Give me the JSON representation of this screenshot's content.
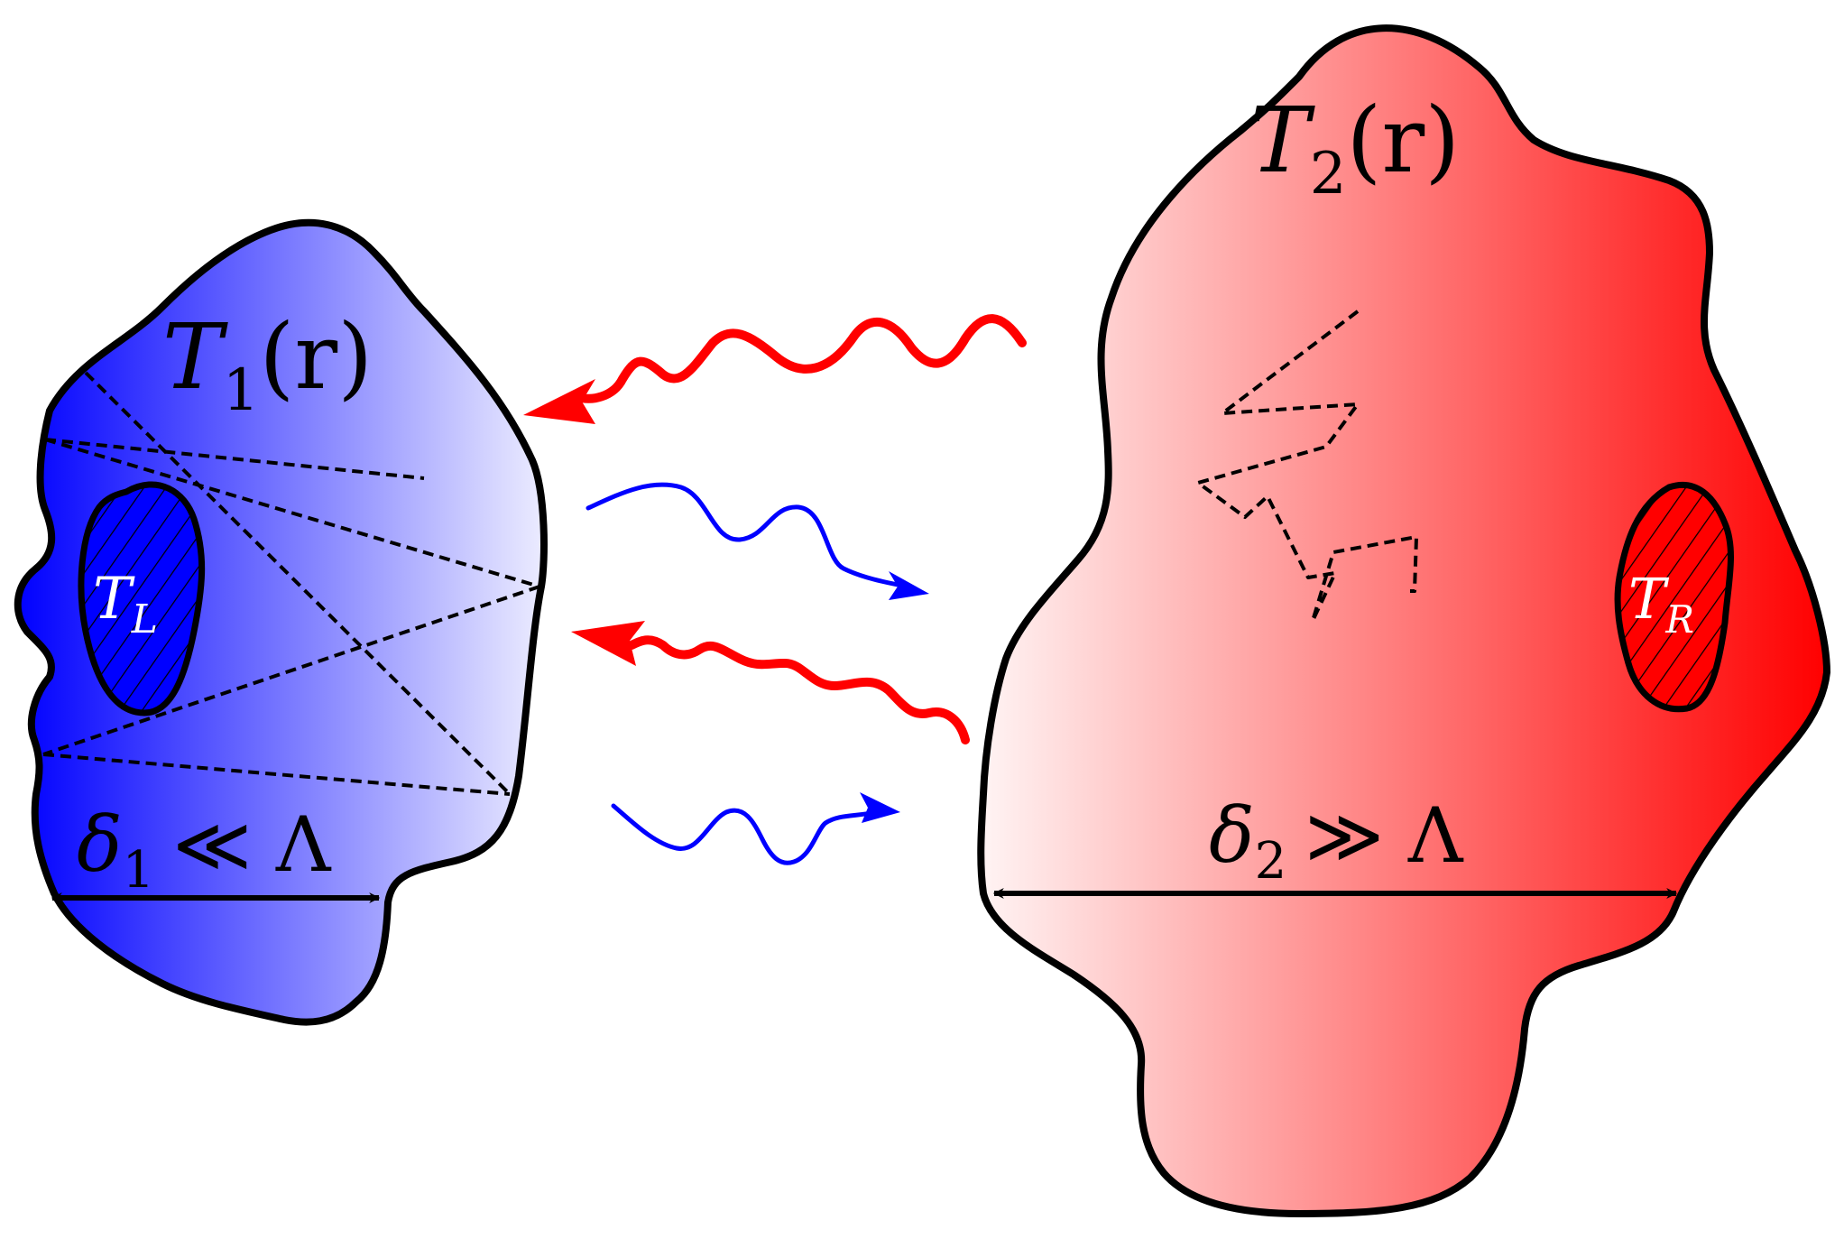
{
  "left_body": {
    "label_symbol": "T",
    "label_subscript": "1",
    "label_arg": "(r)",
    "reservoir_symbol": "T",
    "reservoir_subscript": "L",
    "size_symbol": "δ",
    "size_subscript": "1",
    "size_relation": "≪ Λ",
    "gradient_colors": [
      "#0000ff",
      "#e8e8ff"
    ]
  },
  "right_body": {
    "label_symbol": "T",
    "label_subscript": "2",
    "label_arg": "(r)",
    "reservoir_symbol": "T",
    "reservoir_subscript": "R",
    "size_symbol": "δ",
    "size_subscript": "2",
    "size_relation": "≫ Λ",
    "gradient_colors": [
      "#fff5f5",
      "#ff0000"
    ]
  },
  "colors": {
    "hot_wave": "#ff0000",
    "cold_wave": "#0000ff",
    "outline": "#000000"
  }
}
